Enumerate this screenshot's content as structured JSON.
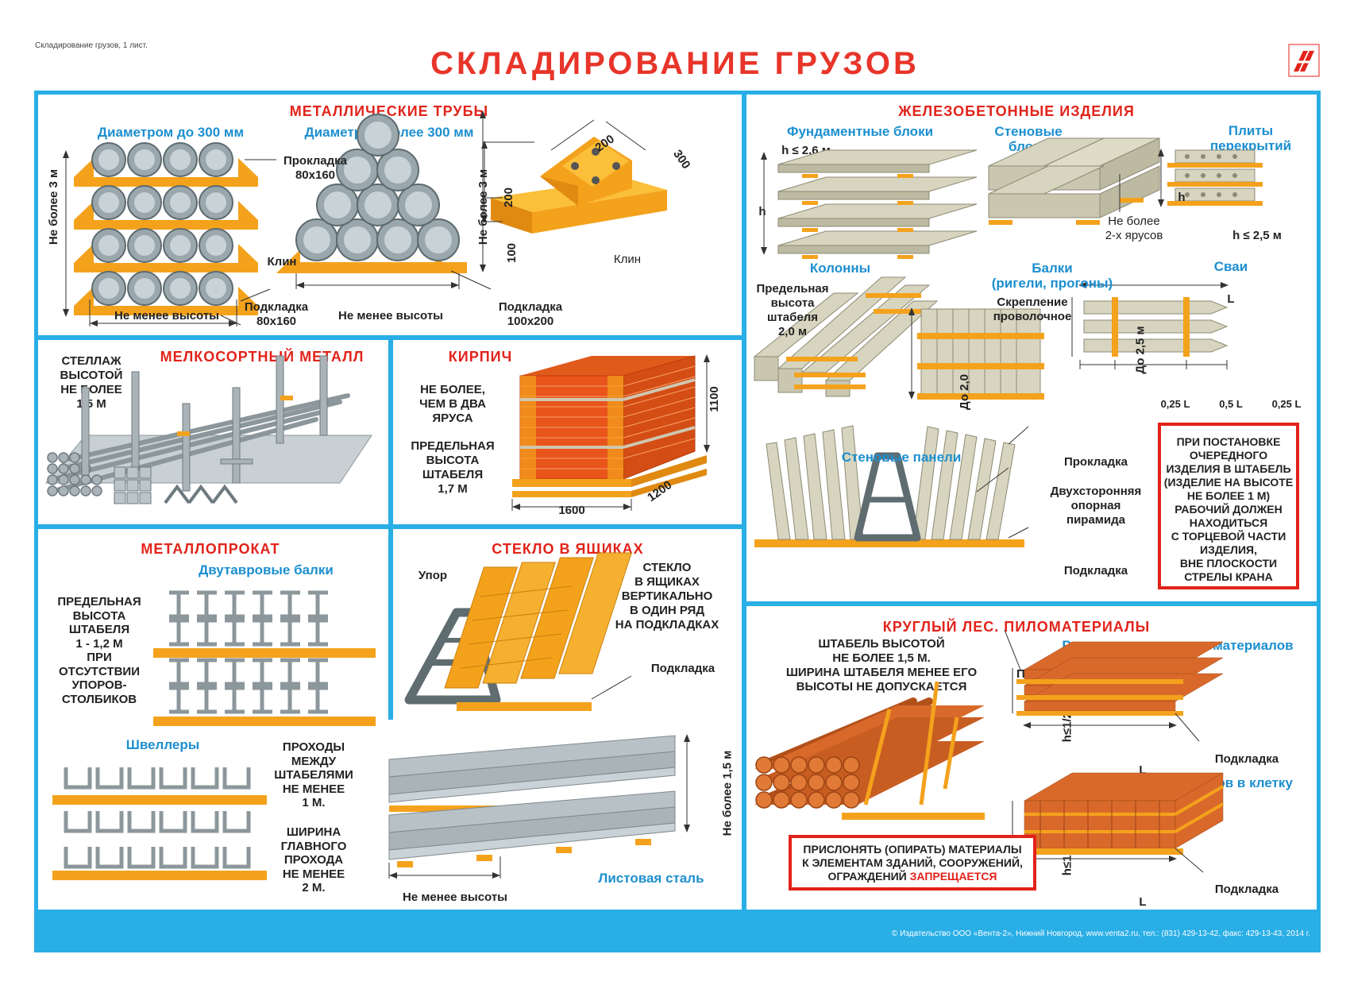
{
  "header": {
    "sheet_label": "Складирование грузов, 1 лист.",
    "title": "СКЛАДИРОВАНИЕ   ГРУЗОВ"
  },
  "pipes": {
    "title": "МЕТАЛЛИЧЕСКИЕ ТРУБЫ",
    "small_diam": "Диаметром до 300 мм",
    "large_diam": "Диаметром более 300 мм",
    "height_limit_left": "Не более 3 м",
    "height_limit_right": "Не более 3 м",
    "spacer": "Прокладка\n80х160",
    "wedge": "Клин",
    "min_height_1": "Не менее высоты",
    "support_1": "Подкладка\n80х160",
    "min_height_2": "Не менее высоты",
    "support_2": "Подкладка\n100х200",
    "dim_200_top": "200",
    "dim_300": "300",
    "dim_200_side": "200",
    "dim_100": "100",
    "wedge_label": "Клин"
  },
  "small_metal": {
    "title": "МЕЛКОСОРТНЫЙ МЕТАЛЛ",
    "note": "СТЕЛЛАЖ\nВЫСОТОЙ\nНЕ БОЛЕЕ\n1,5 М"
  },
  "brick": {
    "title": "КИРПИЧ",
    "note1": "НЕ БОЛЕЕ,\nЧЕМ В ДВА\nЯРУСА",
    "note2": "ПРЕДЕЛЬНАЯ\nВЫСОТА\nШТАБЕЛЯ\n1,7 М",
    "dim_h": "1100",
    "dim_d": "1200",
    "dim_w": "1600"
  },
  "rolled": {
    "title": "МЕТАЛЛОПРОКАТ",
    "ibeam": "Двутавровые балки",
    "note": "ПРЕДЕЛЬНАЯ\nВЫСОТА\nШТАБЕЛЯ\n1 - 1,2 М\nПРИ\nОТСУТСТВИИ\nУПОРОВ-\nСТОЛБИКОВ",
    "channels": "Швеллеры",
    "passages": "ПРОХОДЫ\nМЕЖДУ\nШТАБЕЛЯМИ\nНЕ МЕНЕЕ\n1 М.",
    "main_passage": "ШИРИНА\nГЛАВНОГО\nПРОХОДА\nНЕ МЕНЕЕ\n2 М.",
    "sheet_steel": "Листовая сталь",
    "height_limit": "Не более 1,5 м",
    "min_height": "Не менее высоты"
  },
  "glass": {
    "title": "СТЕКЛО В ЯЩИКАХ",
    "stop": "Упор",
    "note": "СТЕКЛО\nВ ЯЩИКАХ\nВЕРТИКАЛЬНО\nВ ОДИН РЯД\nНА ПОДКЛАДКАХ",
    "support": "Подкладка"
  },
  "concrete": {
    "title": "ЖЕЛЕЗОБЕТОННЫЕ ИЗДЕЛИЯ",
    "foundation": "Фундаментные блоки",
    "foundation_h": "h ≤ 2,6 м",
    "h_label_1": "h",
    "wall_blocks": "Стеновые\nблоки",
    "wall_blocks_note": "Не более\n2-х ярусов",
    "slabs": "Плиты\nперекрытий",
    "slabs_h": "h ≤ 2,5 м",
    "h_label_2": "h",
    "columns": "Колонны",
    "columns_note": "Предельная\nвысота\nштабеля\n2,0 м",
    "beams": "Балки\n(ригели, прогоны)",
    "wire": "Скрепление\nпроволочное",
    "beams_h": "До 2,0",
    "piles": "Сваи",
    "piles_L": "L",
    "piles_h": "До 2,5 м",
    "piles_q1": "0,25 L",
    "piles_half": "0,5 L",
    "piles_q2": "0,25 L",
    "panels": "Стеновые панели",
    "spacer": "Прокладка",
    "pyramid": "Двухсторонняя\nопорная\nпирамида",
    "support": "Подкладка",
    "warning": "ПРИ ПОСТАНОВКЕ\nОЧЕРЕДНОГО\nИЗДЕЛИЯ В ШТАБЕЛЬ\n(ИЗДЕЛИЕ НА ВЫСОТЕ\nНЕ БОЛЕЕ 1 М)\nРАБОЧИЙ ДОЛЖЕН\nНАХОДИТЬСЯ\nС ТОРЦЕВОЙ ЧАСТИ\nИЗДЕЛИЯ,\nВНЕ ПЛОСКОСТИ\nСТРЕЛЫ КРАНА"
  },
  "timber": {
    "title": "КРУГЛЫЙ ЛЕС. ПИЛОМАТЕРИАЛЫ",
    "note": "ШТАБЕЛЬ ВЫСОТОЙ\nНЕ БОЛЕЕ 1,5 М.\nШИРИНА ШТАБЕЛЯ МЕНЕЕ ЕГО\nВЫСОТЫ НЕ ДОПУСКАЕТСЯ",
    "row_stack": "Рядовая укладка пиломатериалов",
    "spacer": "Прокладка",
    "h_half_1": "h≤1/2 L",
    "L_1": "L",
    "support_1": "Подкладка",
    "cage_stack": "Укладка пиломатериалов в клетку",
    "h_half_2": "h≤1/2 L",
    "L_2": "L",
    "support_2": "Подкладка",
    "forbid_text": "ПРИСЛОНЯТЬ (ОПИРАТЬ) МАТЕРИАЛЫ\nК ЭЛЕМЕНТАМ ЗДАНИЙ, СООРУЖЕНИЙ,\nОГРАЖДЕНИЙ ",
    "forbid_word": "ЗАПРЕЩАЕТСЯ"
  },
  "footer": {
    "copyright": "© Издательство ООО «Вента-2», Нижний Новгород, www.venta2.ru, тел.: (831) 429-13-42, факс: 429-13-43, 2014 г."
  },
  "colors": {
    "title_red": "#e2231a",
    "label_blue": "#1c8fd0",
    "frame_blue": "#29aee6",
    "wood_orange": "#f4a21c"
  }
}
